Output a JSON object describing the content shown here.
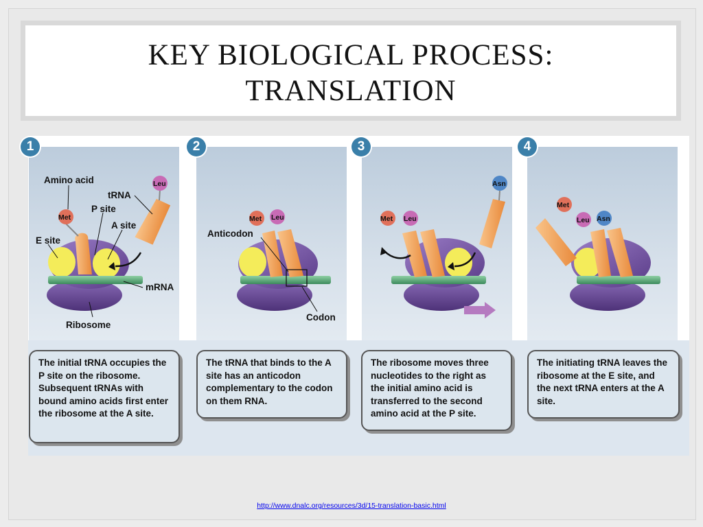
{
  "title": {
    "line1": "KEY BIOLOGICAL PROCESS:",
    "line2": "TRANSLATION"
  },
  "steps": [
    {
      "number": "1",
      "caption": "The initial tRNA occupies the P site on the ribosome. Subsequent tRNAs with bound amino acids first enter the ribosome at the A site."
    },
    {
      "number": "2",
      "caption": "The tRNA that binds to the A site has an anticodon complementary to the codon on them RNA."
    },
    {
      "number": "3",
      "caption": "The ribosome moves three nucleotides to the right as the initial amino acid is transferred to the second amino acid at the P site."
    },
    {
      "number": "4",
      "caption": "The initiating tRNA leaves the ribosome at the E site, and the next tRNA enters at the A site."
    }
  ],
  "labels": {
    "amino_acid": "Amino acid",
    "trna": "tRNA",
    "p_site": "P site",
    "a_site": "A site",
    "e_site": "E site",
    "mrna": "mRNA",
    "ribosome": "Ribosome",
    "anticodon": "Anticodon",
    "codon": "Codon"
  },
  "amino_acids": {
    "met": "Met",
    "leu": "Leu",
    "asn": "Asn"
  },
  "colors": {
    "step_badge": "#3a7fa9",
    "met": "#e0705a",
    "leu": "#c86bb5",
    "asn": "#4f86c6",
    "trna": "#f2a55c",
    "ribosome": "#6a4a96",
    "site": "#f4ec5a",
    "mrna": "#5aa276"
  },
  "source_link": "http://www.dnalc.org/resources/3d/15-translation-basic.html"
}
